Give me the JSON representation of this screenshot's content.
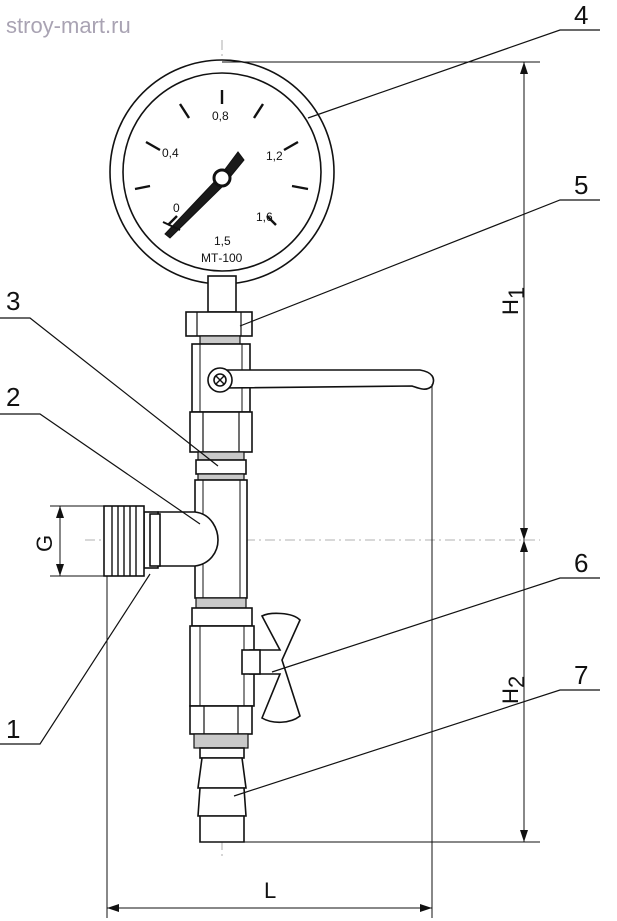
{
  "watermark": "stroy-mart.ru",
  "gauge": {
    "scale_labels": [
      "0",
      "0,4",
      "0,8",
      "1,2",
      "1,6"
    ],
    "accuracy_class": "1,5",
    "model": "МТ-100"
  },
  "callouts": [
    "1",
    "2",
    "3",
    "4",
    "5",
    "6",
    "7"
  ],
  "dimensions": {
    "G": "G",
    "H1_letter": "H",
    "H1_sub": "1",
    "H2_letter": "H",
    "H2_sub": "2",
    "L": "L"
  }
}
